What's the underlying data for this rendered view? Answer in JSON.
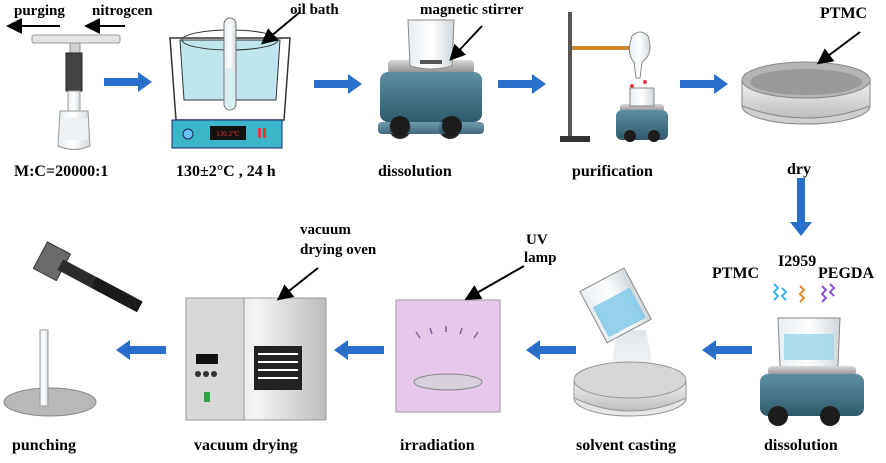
{
  "labels": {
    "purging": "purging",
    "nitrogen": "nitrogcen",
    "ratio": "M:C=20000:1",
    "oil_bath": "oil bath",
    "temp_time": "130±2°C , 24 h",
    "magnetic_stirrer": "magnetic stirrer",
    "dissolution_top": "dissolution",
    "purification": "purification",
    "ptmc_top": "PTMC",
    "dry": "dry",
    "ptmc_bottom": "PTMC",
    "i2959": "I2959",
    "pegda": "PEGDA",
    "dissolution_bottom": "dissolution",
    "solvent_casting": "solvent casting",
    "uv_lamp_line1": "UV",
    "uv_lamp_line2": "lamp",
    "irradiation": "irradiation",
    "vacuum_oven_line1": "vacuum",
    "vacuum_oven_line2": "drying oven",
    "vacuum_drying": "vacuum drying",
    "punching": "punching"
  },
  "display": {
    "bath_readout": "130.2℃"
  },
  "colors": {
    "flow_arrow": "#2a6ecb",
    "stirrer_body": "#3f6f86",
    "uv_box": "#e9c8ee",
    "pointer": "#000000"
  }
}
